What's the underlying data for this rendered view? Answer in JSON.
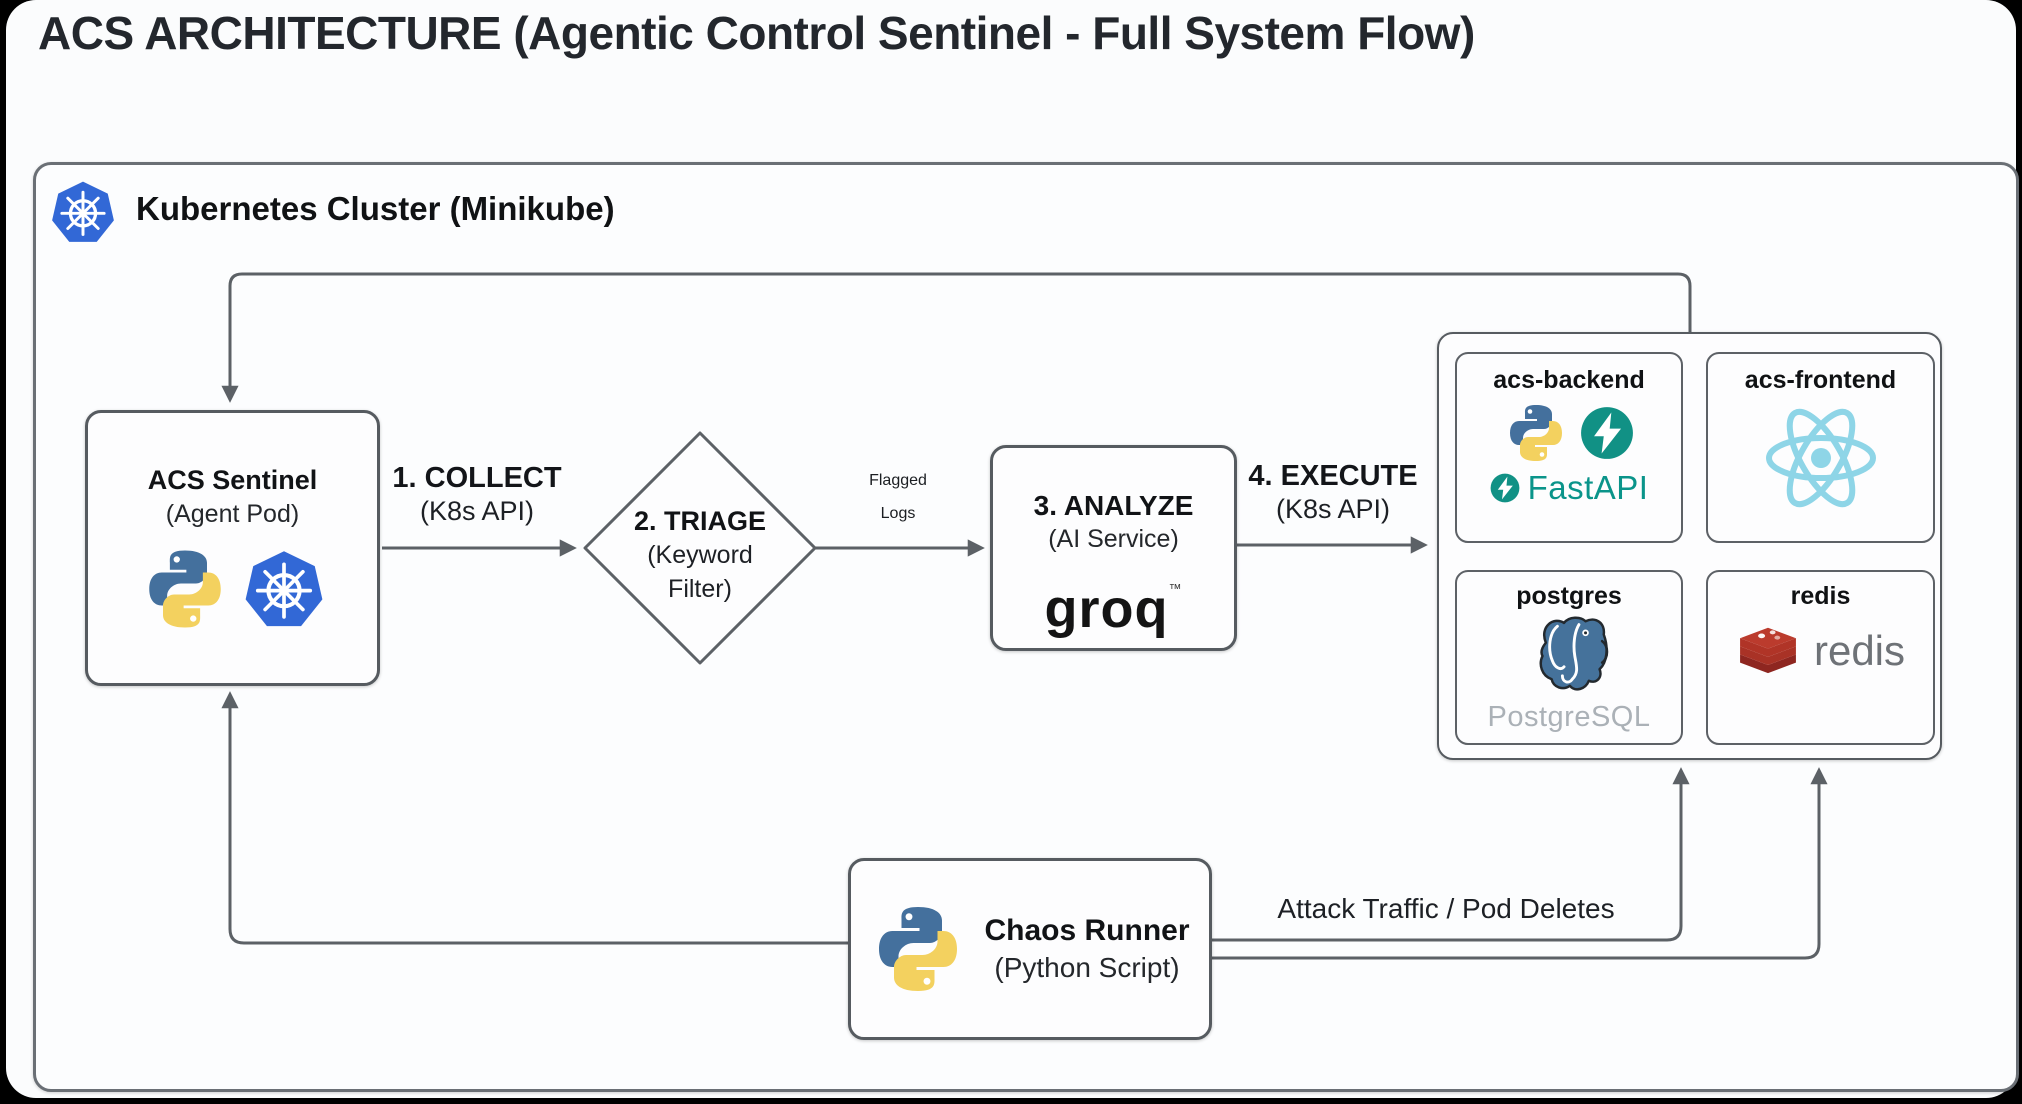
{
  "title": "ACS ARCHITECTURE (Agentic Control Sentinel - Full System Flow)",
  "cluster": {
    "label": "Kubernetes Cluster (Minikube)"
  },
  "nodes": {
    "sentinel": {
      "title": "ACS Sentinel",
      "subtitle": "(Agent Pod)"
    },
    "triage": {
      "line1": "2. TRIAGE",
      "line2": "(Keyword",
      "line3": "Filter)"
    },
    "analyze": {
      "title": "3. ANALYZE",
      "subtitle": "(AI Service)",
      "logo_text": "groq",
      "logo_tm": "™"
    },
    "backend": {
      "label": "acs-backend",
      "fastapi_text": "FastAPI"
    },
    "frontend": {
      "label": "acs-frontend"
    },
    "postgres": {
      "label": "postgres",
      "wordmark": "PostgreSQL"
    },
    "redis": {
      "label": "redis",
      "wordmark": "redis"
    },
    "chaos": {
      "title": "Chaos Runner",
      "subtitle": "(Python Script)"
    }
  },
  "edges": {
    "collect": {
      "line1": "1. COLLECT",
      "line2": "(K8s API)"
    },
    "flagged": {
      "line1": "Flagged",
      "line2": "Logs"
    },
    "execute": {
      "line1": "4. EXECUTE",
      "line2": "(K8s API)"
    },
    "attack": {
      "label": "Attack Traffic / Pod Deletes"
    }
  },
  "colors": {
    "connector_gray": "#5c6166",
    "kubernetes_blue": "#3268d6",
    "python_blue": "#44709d",
    "python_yellow": "#f3d15f",
    "fastapi_teal": "#119185",
    "react_light_blue": "#8ed5e7",
    "postgres_blue": "#45729b",
    "redis_red": "#b03427"
  }
}
